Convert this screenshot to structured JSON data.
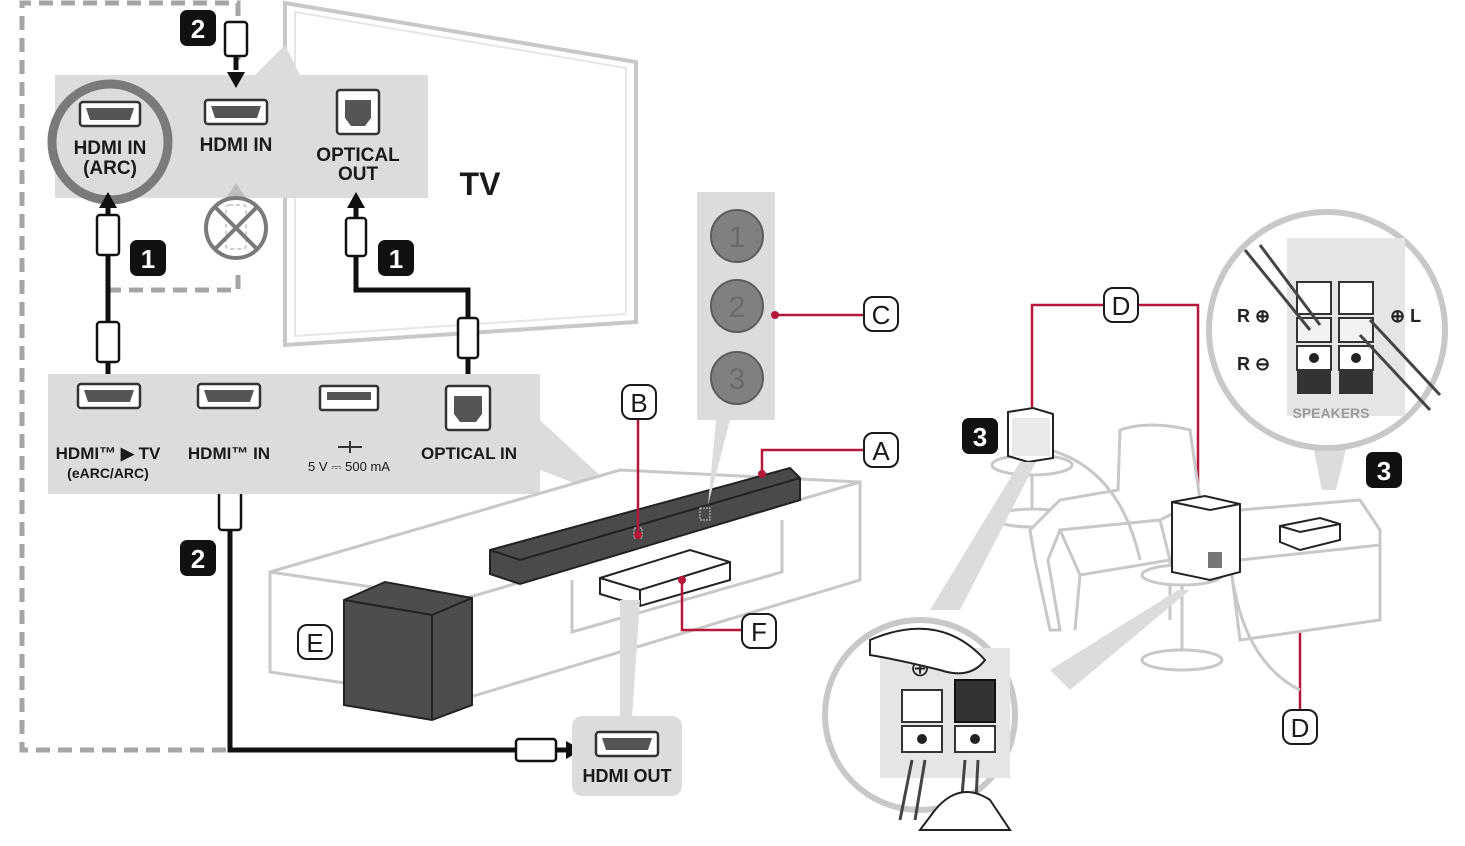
{
  "tv": {
    "label": "TV",
    "ports": {
      "hdmi_arc_line1": "HDMI IN",
      "hdmi_arc_line2": "(ARC)",
      "hdmi_in": "HDMI IN",
      "optical_line1": "OPTICAL",
      "optical_line2": "OUT"
    }
  },
  "soundbar_ports": {
    "hdmi_tv_line1": "HDMI™ ▶ TV",
    "hdmi_tv_line2": "(eARC/ARC)",
    "hdmi_in": "HDMI™ IN",
    "usb_rating": "5 V ⎓ 500 mA",
    "optical_in": "OPTICAL IN"
  },
  "device_port": {
    "hdmi_out": "HDMI OUT"
  },
  "steps": {
    "one": "1",
    "two": "2",
    "three": "3"
  },
  "callouts": {
    "a": "A",
    "b": "B",
    "c": "C",
    "d": "D",
    "e": "E",
    "f": "F"
  },
  "indicator_numbers": [
    "1",
    "2",
    "3"
  ],
  "rear_speaker_terminal": {
    "r_plus": "R ⊕",
    "r_minus": "R ⊖",
    "l_plus": "⊕ L",
    "speakers": "SPEAKERS"
  },
  "wire_plus": "⊕",
  "colors": {
    "accent": "#b5173a",
    "panel": "#dcdcdc",
    "cable": "#111111",
    "dashed": "#a5a5a5"
  }
}
